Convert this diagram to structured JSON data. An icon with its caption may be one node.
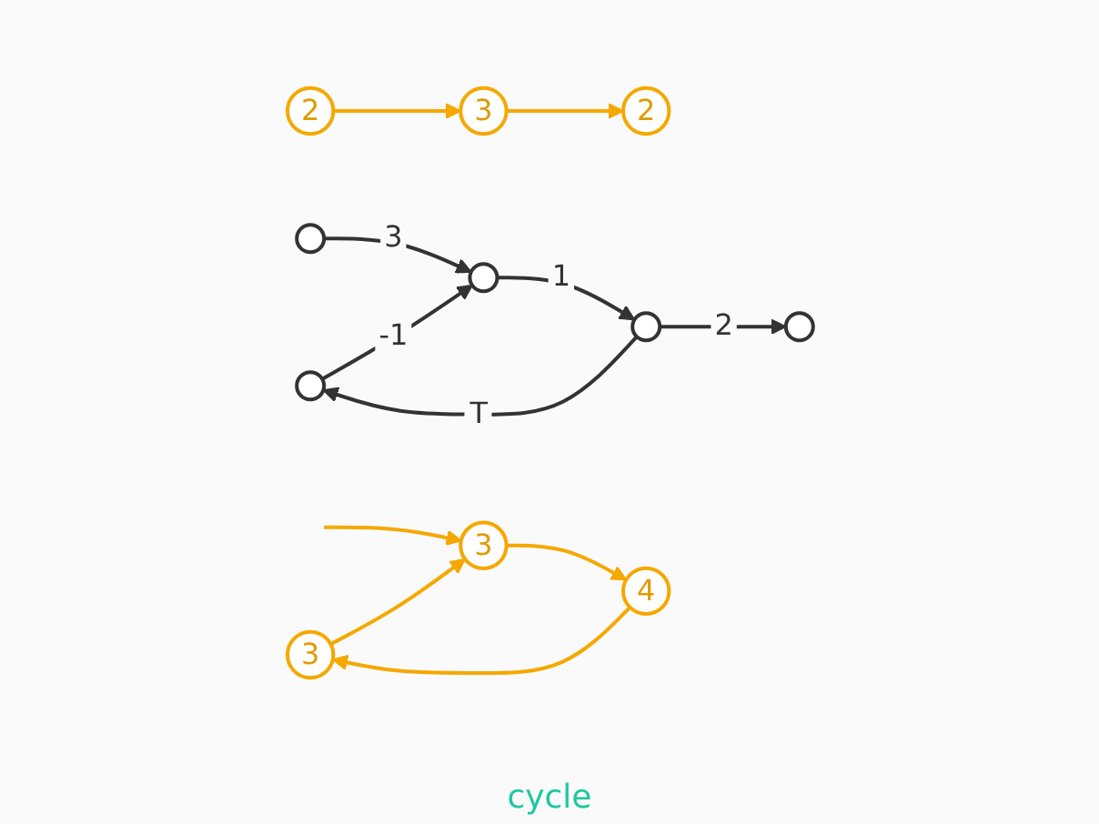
{
  "diagram": {
    "nodes": [
      {
        "text": [
          "2"
        ]
      },
      {
        "text": [
          "3"
        ]
      },
      {
        "text": [],
        "shape": "circle"
      },
      {
        "text": [],
        "shape": "circle"
      },
      {
        "text": [],
        "shape": "circle"
      },
      {
        "text": [],
        "shape": "circle"
      },
      {
        "text": [],
        "shape": "circle"
      },
      {
        "text": [
          "3"
        ]
      },
      {
        "text": [
          "4"
        ]
      },
      {
        "text": [
          "2"
        ]
      },
      {
        "text": [
          "3"
        ]
      }
    ],
    "edges": [
      {
        "from": 3,
        "to": 4,
        "arrow": "to",
        "label": "3",
        "color": "#333333"
      },
      {
        "from": 4,
        "to": 5,
        "arrow": "to",
        "label": "1",
        "color": "#333333"
      },
      {
        "from": 5,
        "to": 6,
        "arrow": "to",
        "label": "2",
        "color": "#333333"
      },
      {
        "from": 2,
        "to": 4,
        "arrow": "to",
        "label": "-1",
        "color": "#333333"
      },
      {
        "from": 5,
        "to": 2,
        "arrow": "to",
        "label": "T",
        "color": "#333333"
      },
      {
        "from": null,
        "to": 7,
        "arrow": "to",
        "color": "#f5a800"
      },
      {
        "from": 7,
        "to": 8,
        "arrow": "to",
        "color": "#f5a800"
      },
      {
        "from": 9,
        "to": 10,
        "arrow": "to",
        "color": "#f5a800"
      },
      {
        "from": 1,
        "to": 7,
        "arrow": "to",
        "color": "#f5a800"
      },
      {
        "from": 8,
        "to": 1,
        "arrow": "to",
        "color": "#f5a800"
      },
      {
        "from": 10,
        "to": 0,
        "arrow": "to",
        "color": "#f5a800"
      }
    ],
    "labels": [
      "cycle"
    ]
  }
}
